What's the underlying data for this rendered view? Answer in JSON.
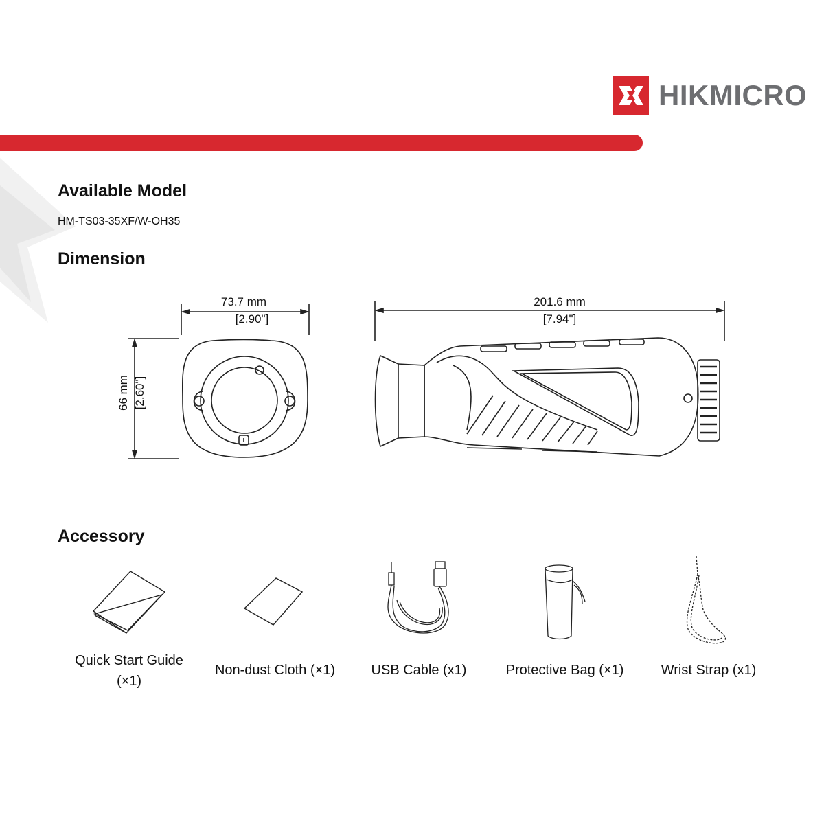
{
  "brand": {
    "name": "HIKMICRO",
    "color_red": "#d7282f",
    "color_gray": "#6d6e71"
  },
  "sections": {
    "available_model": {
      "title": "Available Model",
      "model": "HM-TS03-35XF/W-OH35"
    },
    "dimension": {
      "title": "Dimension",
      "front_view": {
        "width_mm": "73.7 mm",
        "width_in": "[2.90\"]",
        "height_mm": "66 mm",
        "height_in": "[2.60\"]"
      },
      "side_view": {
        "length_mm": "201.6 mm",
        "length_in": "[7.94\"]"
      }
    },
    "accessory": {
      "title": "Accessory",
      "items": [
        {
          "label_line1": "Quick Start Guide",
          "label_line2": "(×1)",
          "icon": "booklet-icon"
        },
        {
          "label_line1": "Non-dust Cloth (×1)",
          "icon": "cloth-icon"
        },
        {
          "label_line1": "USB Cable (x1)",
          "icon": "usb-cable-icon"
        },
        {
          "label_line1": "Protective Bag (×1)",
          "icon": "bag-icon"
        },
        {
          "label_line1": "Wrist Strap (x1)",
          "icon": "strap-icon"
        }
      ]
    }
  }
}
